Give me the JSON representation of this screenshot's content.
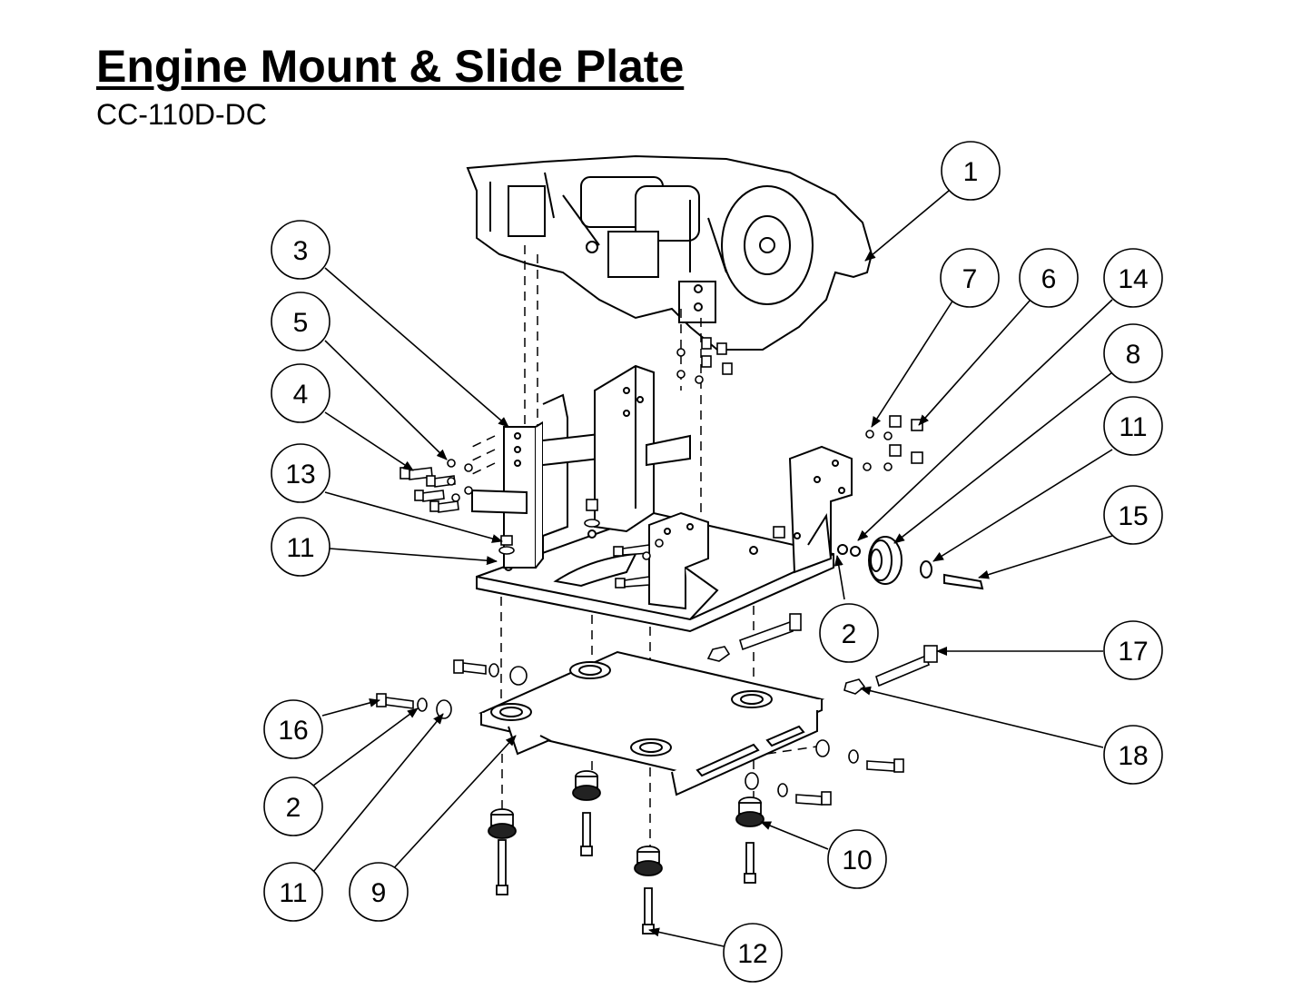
{
  "header": {
    "title": "Engine Mount & Slide Plate",
    "model": "CC-110D-DC"
  },
  "colors": {
    "ink": "#000000",
    "paper": "#ffffff",
    "part_fill": "#f2f2f2"
  },
  "callouts": [
    {
      "id": "c1",
      "label": "1"
    },
    {
      "id": "c3",
      "label": "3"
    },
    {
      "id": "c5",
      "label": "5"
    },
    {
      "id": "c4",
      "label": "4"
    },
    {
      "id": "c13",
      "label": "13"
    },
    {
      "id": "c11a",
      "label": "11"
    },
    {
      "id": "c7",
      "label": "7"
    },
    {
      "id": "c6",
      "label": "6"
    },
    {
      "id": "c14",
      "label": "14"
    },
    {
      "id": "c8",
      "label": "8"
    },
    {
      "id": "c11b",
      "label": "11"
    },
    {
      "id": "c15",
      "label": "15"
    },
    {
      "id": "c2a",
      "label": "2"
    },
    {
      "id": "c17",
      "label": "17"
    },
    {
      "id": "c18",
      "label": "18"
    },
    {
      "id": "c16",
      "label": "16"
    },
    {
      "id": "c2b",
      "label": "2"
    },
    {
      "id": "c11c",
      "label": "11"
    },
    {
      "id": "c9",
      "label": "9"
    },
    {
      "id": "c10",
      "label": "10"
    },
    {
      "id": "c12",
      "label": "12"
    }
  ]
}
